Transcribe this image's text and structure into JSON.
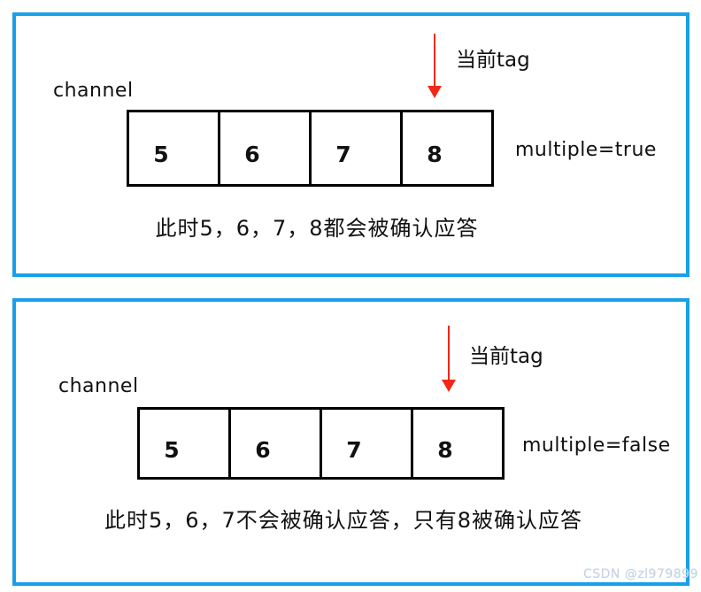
{
  "colors": {
    "panel_border": "#18a0e8",
    "arrow": "#f22718",
    "box_border": "#000000",
    "text": "#111111",
    "watermark": "#ccd2de"
  },
  "panels": [
    {
      "channel_label": "channel",
      "tag_label": "当前tag",
      "mode_label": "multiple=true",
      "cells": [
        "5",
        "6",
        "7",
        "8"
      ],
      "caption": "此时5，6，7，8都会被确认应答"
    },
    {
      "channel_label": "channel",
      "tag_label": "当前tag",
      "mode_label": "multiple=false",
      "cells": [
        "5",
        "6",
        "7",
        "8"
      ],
      "caption": "此时5，6，7不会被确认应答，只有8被确认应答"
    }
  ],
  "watermark": "CSDN @zl979899"
}
